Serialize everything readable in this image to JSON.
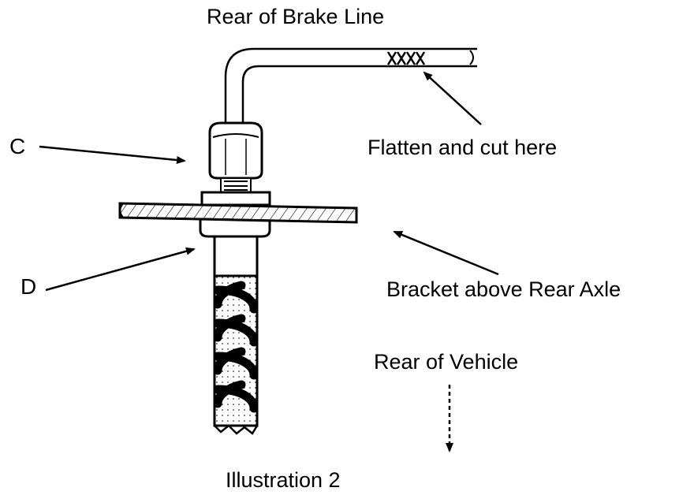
{
  "labels": {
    "title_top": "Rear of Brake Line",
    "c": "C",
    "flatten": "Flatten and cut here",
    "d": "D",
    "bracket": "Bracket above Rear Axle",
    "rear_vehicle": "Rear of Vehicle",
    "caption": "Illustration 2",
    "cut_mark": "XXXX"
  },
  "colors": {
    "ink": "#000000",
    "paper": "#ffffff"
  }
}
